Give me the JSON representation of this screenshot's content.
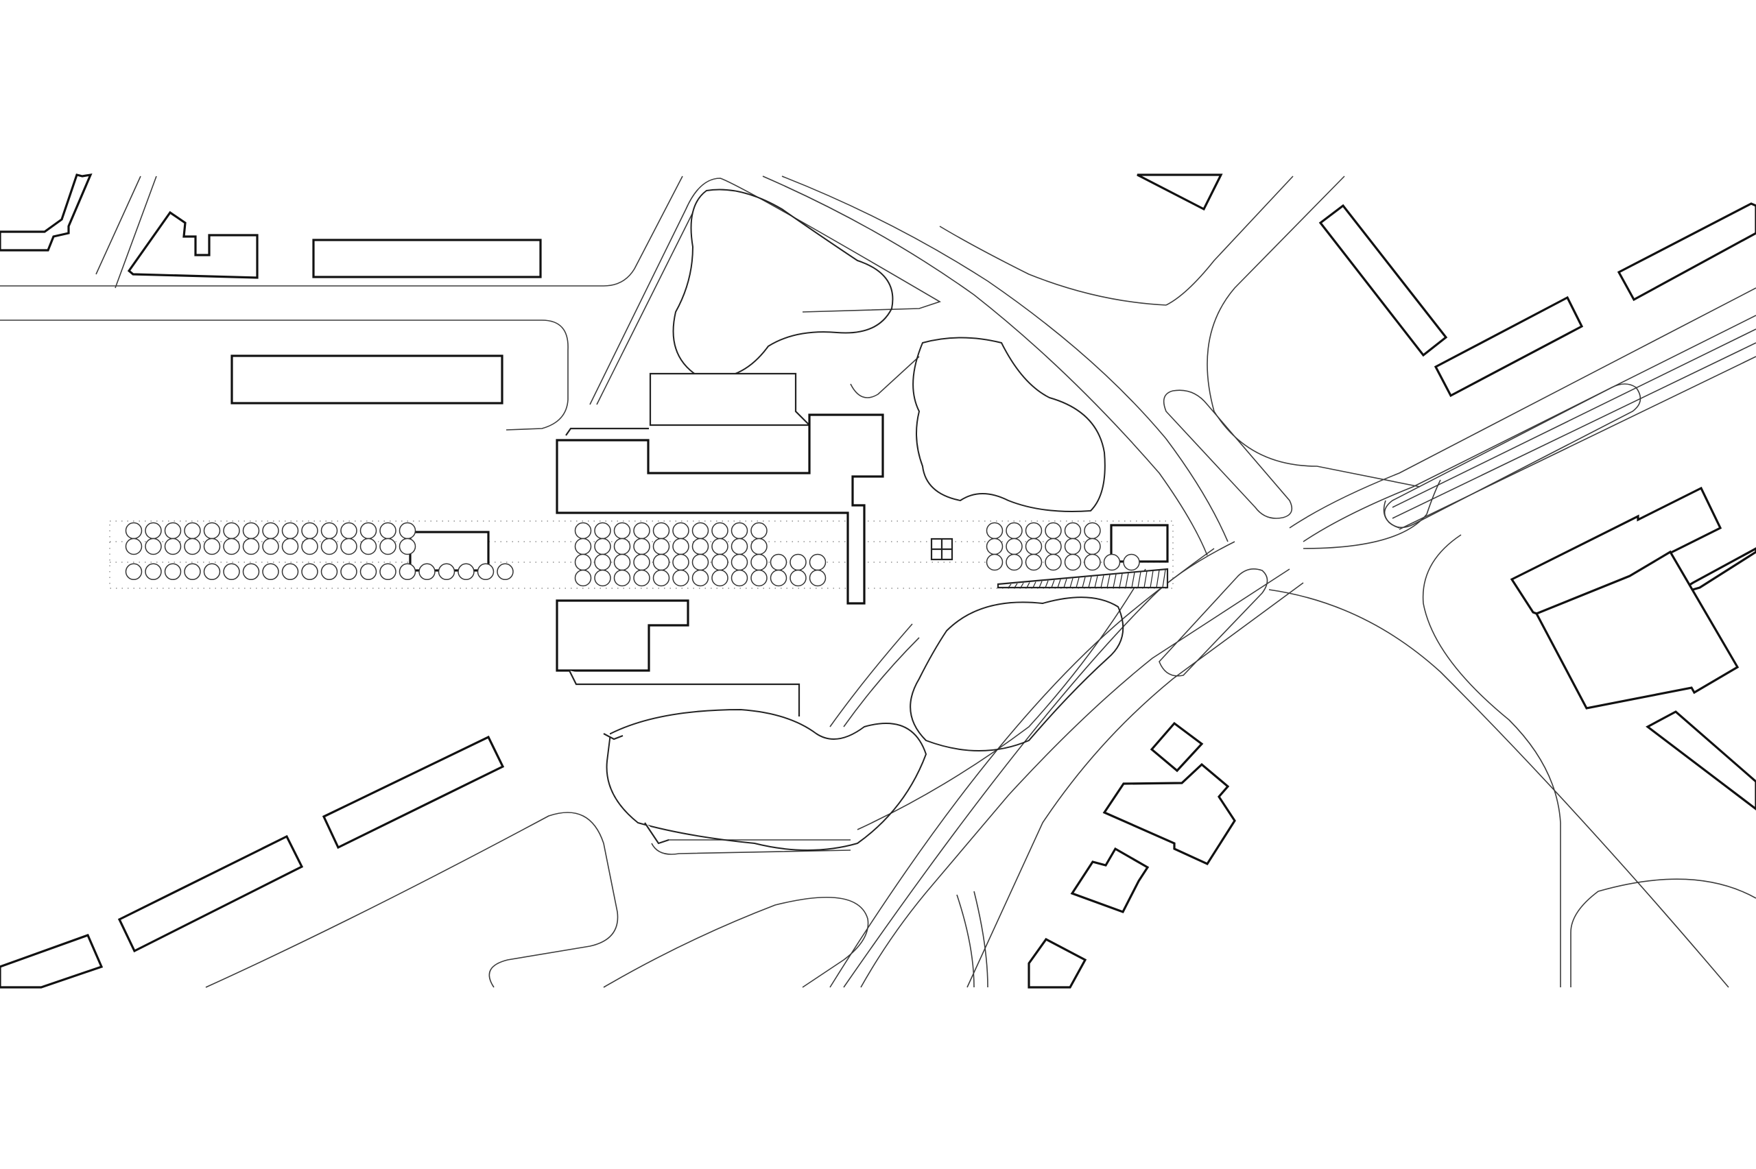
{
  "drawing": {
    "kind": "site plan",
    "background": "#ffffff",
    "line_color": "#111111"
  },
  "plaza": {
    "tree_groups": [
      {
        "rows": [
          15,
          15,
          20
        ]
      },
      {
        "rows": [
          10,
          10,
          13,
          13
        ]
      },
      {
        "rows": [
          6,
          6,
          8
        ]
      }
    ]
  }
}
